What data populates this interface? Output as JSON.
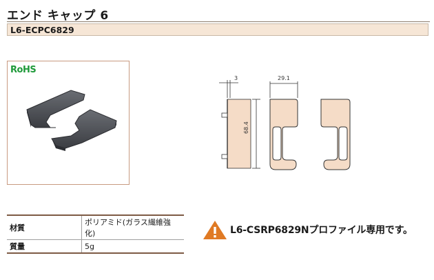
{
  "header": {
    "title": "エンド キャップ 6",
    "product_code": "L6-ECPC6829"
  },
  "badge": {
    "text": "RoHS",
    "color": "#1f9a3a"
  },
  "dimensions": {
    "pin_width": "3",
    "profile_width": "29.1",
    "height": "68.4"
  },
  "specs": [
    {
      "label": "材質",
      "value": "ポリアミド(ガラス繊維強化)"
    },
    {
      "label": "質量",
      "value": "5g"
    }
  ],
  "note": {
    "text": "L6-CSRP6829Nプロファイル専用です。",
    "icon": "warning-triangle-icon",
    "icon_color": "#e07a24"
  },
  "colors": {
    "accent_bar": "#f6e6d6",
    "part_fill": "#f5dcc7",
    "photo_border": "#c89a80"
  }
}
